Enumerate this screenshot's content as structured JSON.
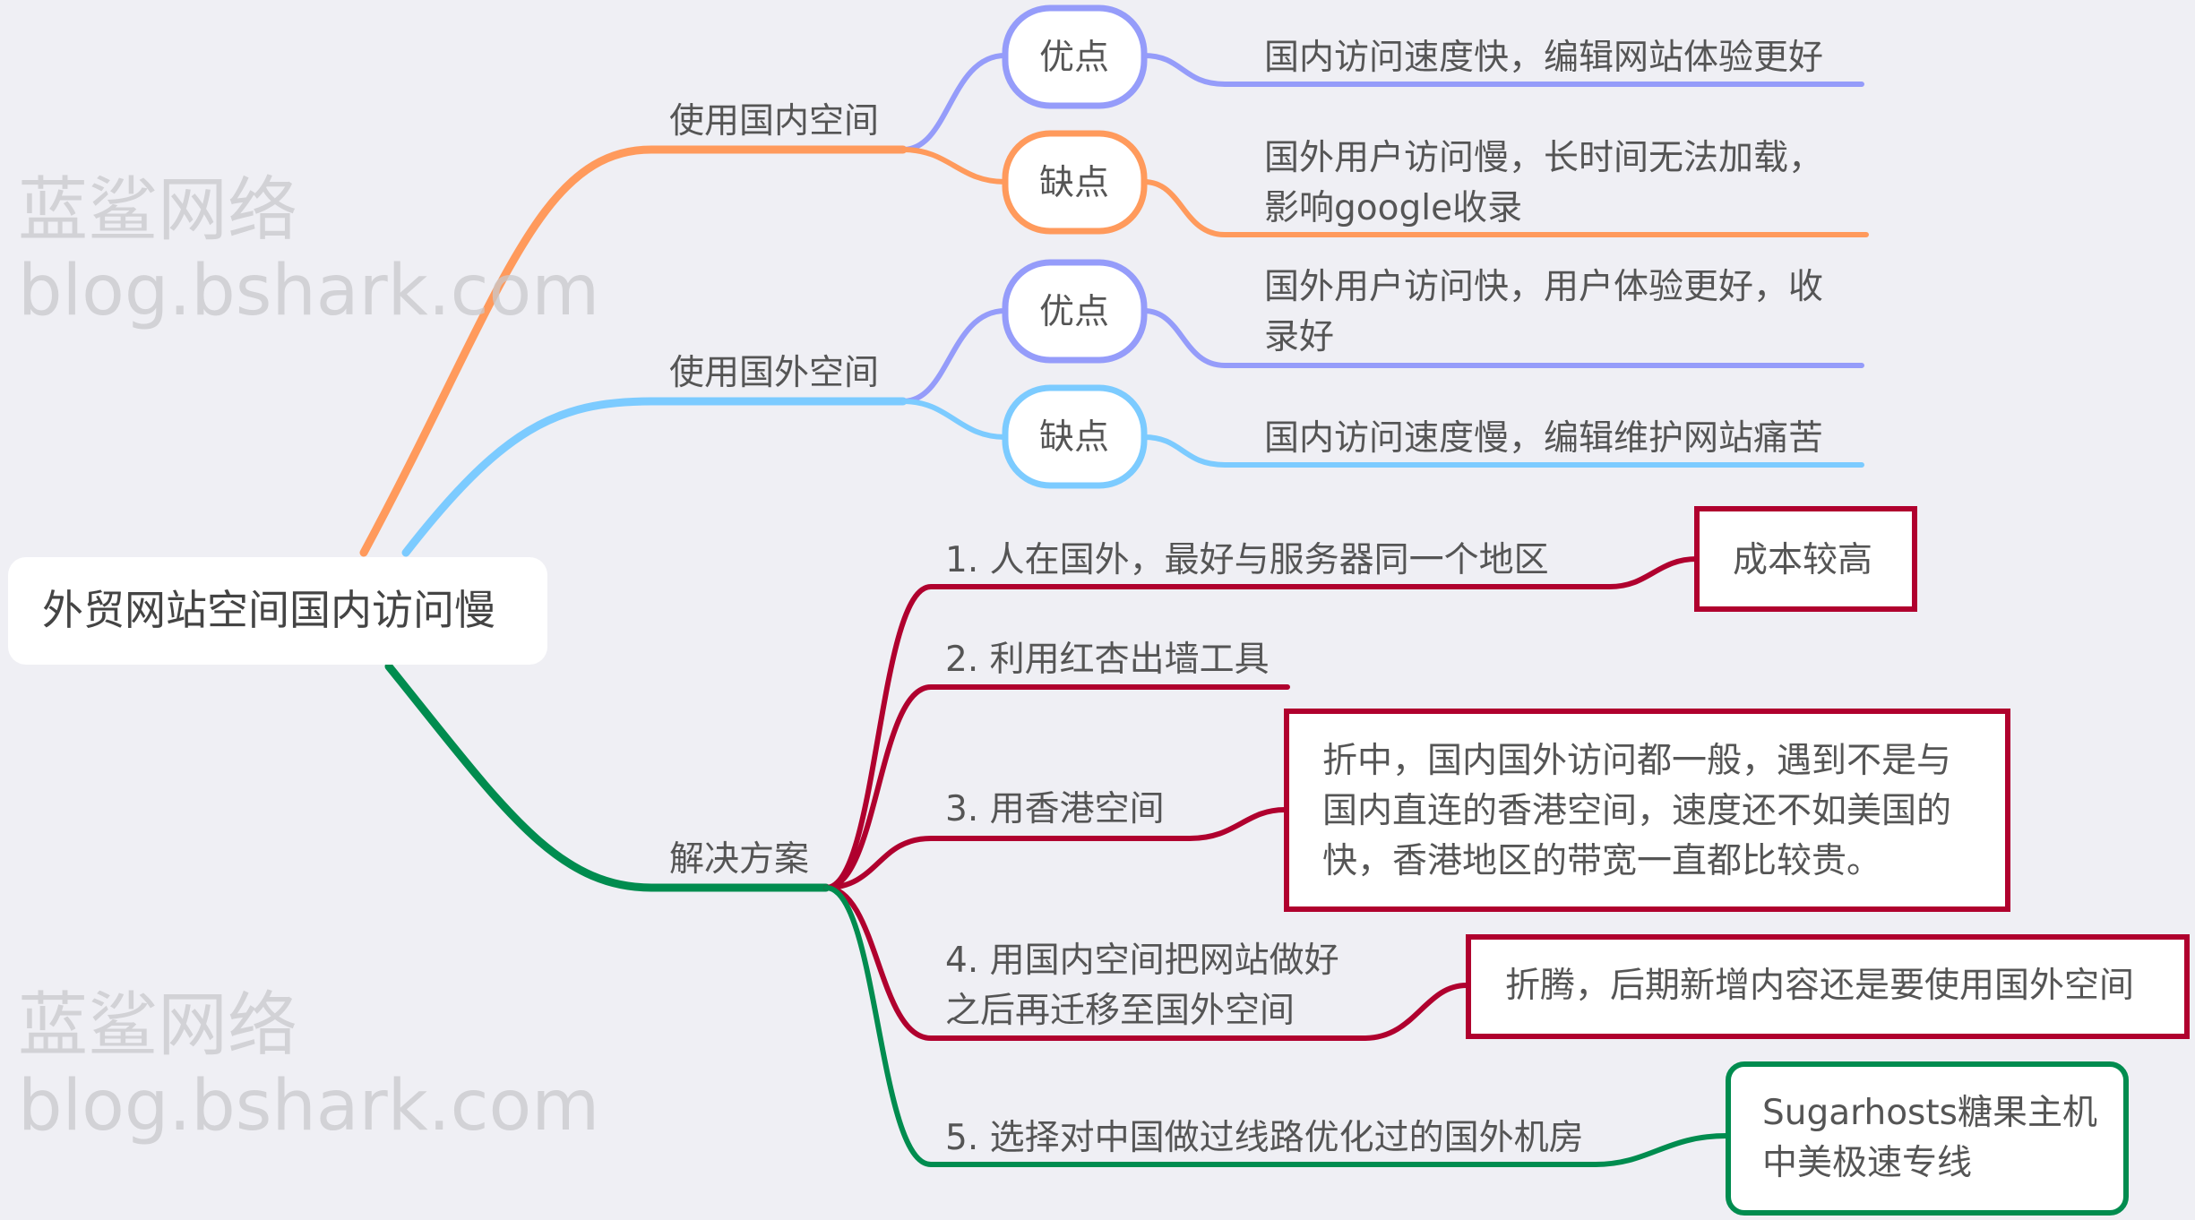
{
  "colors": {
    "background": "#efeff4",
    "orange": "#ff9a5c",
    "blue": "#7ccbff",
    "purple": "#959cfa",
    "green": "#008c4f",
    "red": "#b0002e"
  },
  "root": "外贸网站空间国内访问慢",
  "branches": {
    "domestic": {
      "label": "使用国内空间",
      "pros": "优点",
      "pros_text": "国内访问速度快，编辑网站体验更好",
      "cons": "缺点",
      "cons_text": [
        "国外用户访问慢，长时间无法加载，",
        "影响google收录"
      ]
    },
    "foreign": {
      "label": "使用国外空间",
      "pros": "优点",
      "pros_text": [
        "国外用户访问快，用户体验更好，收",
        "录好"
      ],
      "cons": "缺点",
      "cons_text": "国内访问速度慢，编辑维护网站痛苦"
    },
    "solutions": {
      "label": "解决方案",
      "items": [
        {
          "text": "1. 人在国外，最好与服务器同一个地区",
          "note": "成本较高"
        },
        {
          "text": "2. 利用红杏出墙工具"
        },
        {
          "text": "3. 用香港空间",
          "note": [
            "折中，国内国外访问都一般，遇到不是与",
            "国内直连的香港空间，速度还不如美国的",
            "快，香港地区的带宽一直都比较贵。"
          ]
        },
        {
          "text": [
            "4. 用国内空间把网站做好",
            "之后再迁移至国外空间"
          ],
          "note": "折腾，后期新增内容还是要使用国外空间"
        },
        {
          "text": "5. 选择对中国做过线路优化过的国外机房",
          "note": [
            "Sugarhosts糖果主机",
            "中美极速专线"
          ]
        }
      ]
    }
  },
  "watermark": "蓝鲨网络 blog.bshark.com"
}
